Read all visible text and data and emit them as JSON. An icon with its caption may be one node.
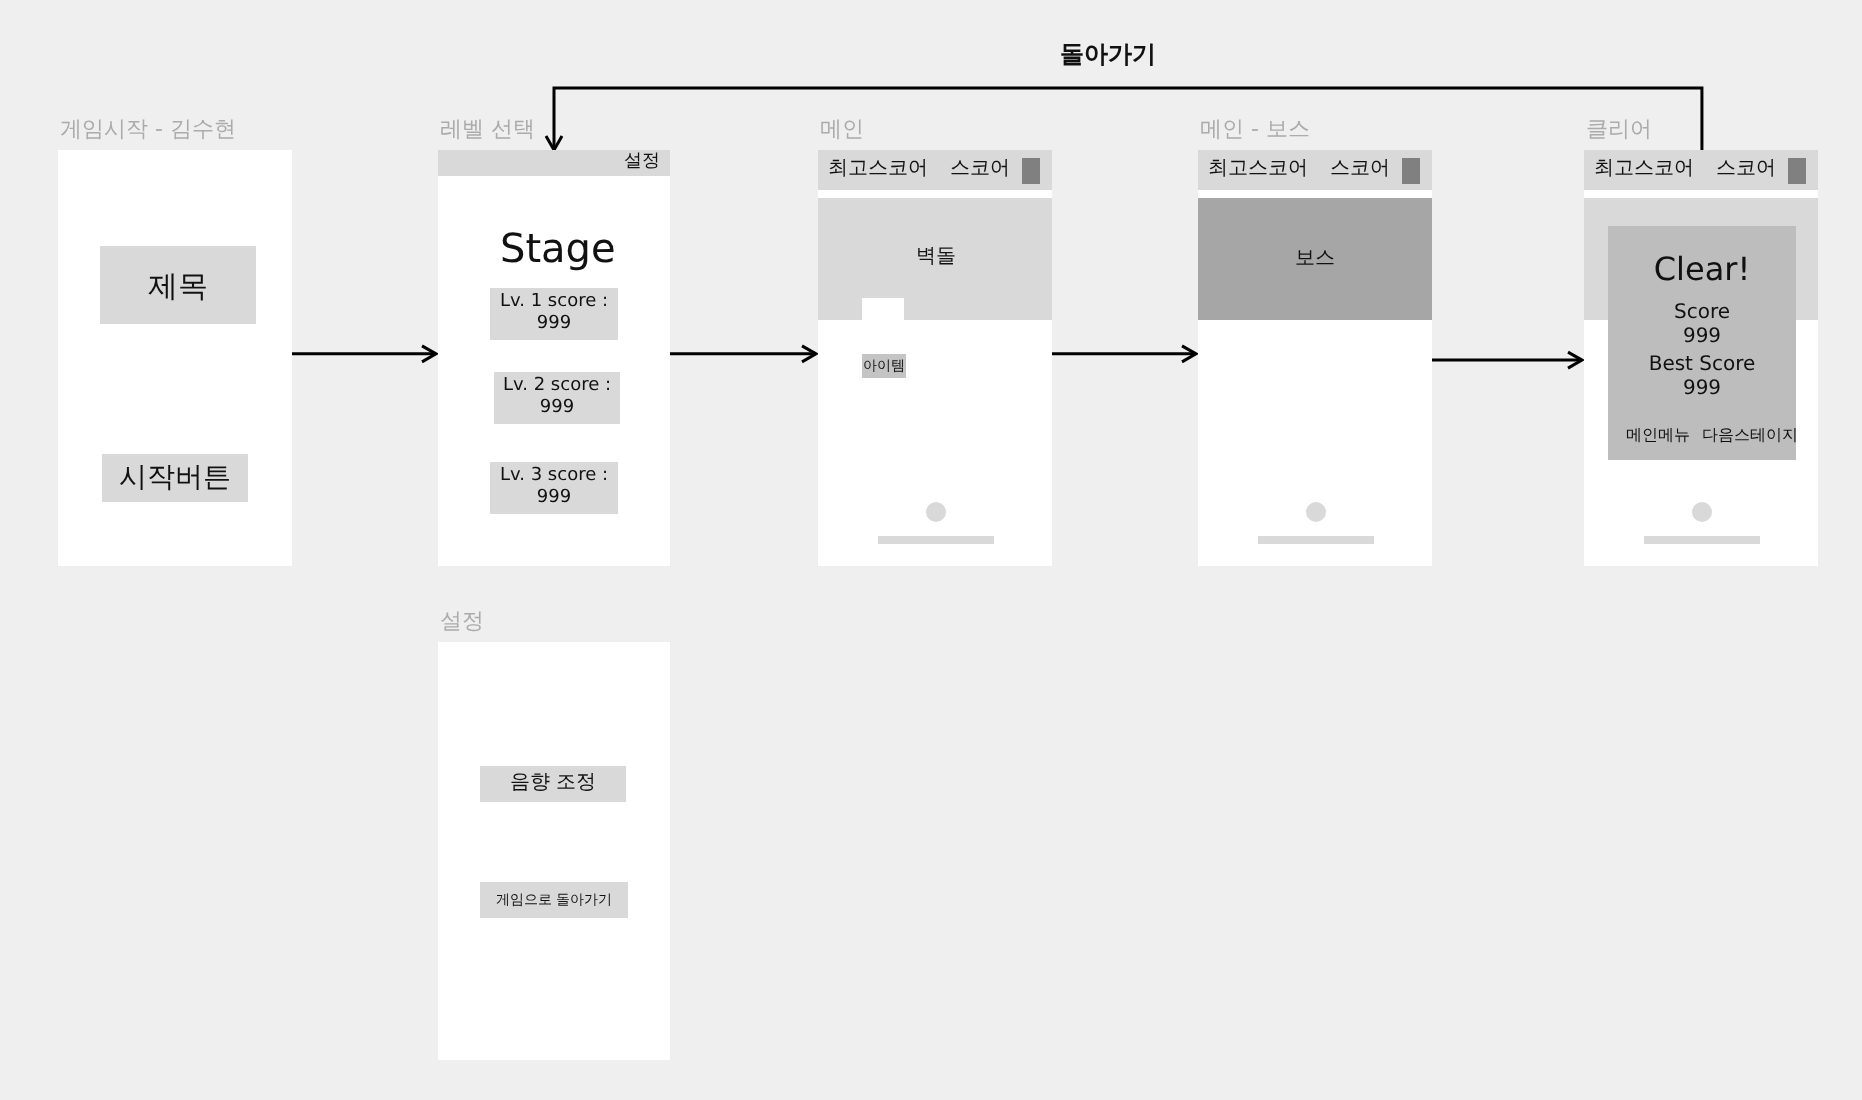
{
  "diagram": {
    "nodes": [
      {
        "text": [
          "게임시작 - 김수현"
        ]
      },
      {
        "text": [
          "제목"
        ],
        "in": 0
      },
      {
        "text": [
          "시작버튼"
        ],
        "in": 0
      },
      {
        "text": [
          "레벨 선택",
          "Stage"
        ]
      },
      {
        "text": [
          "설정"
        ],
        "in": 3
      },
      {
        "text": [
          "Lv. 1 score : 999"
        ],
        "in": 3
      },
      {
        "text": [
          "Lv. 2 score : 999"
        ],
        "in": 3
      },
      {
        "text": [
          "Lv. 3 score : 999"
        ],
        "in": 3
      },
      {
        "text": [
          "메인"
        ]
      },
      {
        "text": [
          "최고스코어",
          "스코어"
        ],
        "in": 8
      },
      {
        "text": [
          "벽돌"
        ],
        "in": 8
      },
      {
        "text": [
          "아이템"
        ],
        "in": 8
      },
      {
        "text": [
          "메인 - 보스"
        ]
      },
      {
        "text": [
          "최고스코어",
          "스코어"
        ],
        "in": 12
      },
      {
        "text": [
          "보스"
        ],
        "in": 12
      },
      {
        "text": [
          "클리어"
        ]
      },
      {
        "text": [
          "최고스코어",
          "스코어"
        ],
        "in": 15
      },
      {
        "text": [
          "Clear!",
          "Score 999",
          "Best Score 999",
          "메인메뉴",
          "다음스테이지"
        ],
        "in": 15
      },
      {
        "text": [
          "설정"
        ]
      },
      {
        "text": [
          "음향 조정"
        ],
        "in": 18
      },
      {
        "text": [
          "게임으로 돌아가기"
        ],
        "in": 18
      }
    ],
    "edges": [
      {
        "from": 0,
        "to": 3,
        "arrow": "to"
      },
      {
        "from": 3,
        "to": 8,
        "arrow": "to"
      },
      {
        "from": 8,
        "to": 12,
        "arrow": "to"
      },
      {
        "from": 12,
        "to": 15,
        "arrow": "to"
      },
      {
        "from": 15,
        "to": 3,
        "arrow": "to",
        "label": "돌아가기"
      }
    ]
  }
}
